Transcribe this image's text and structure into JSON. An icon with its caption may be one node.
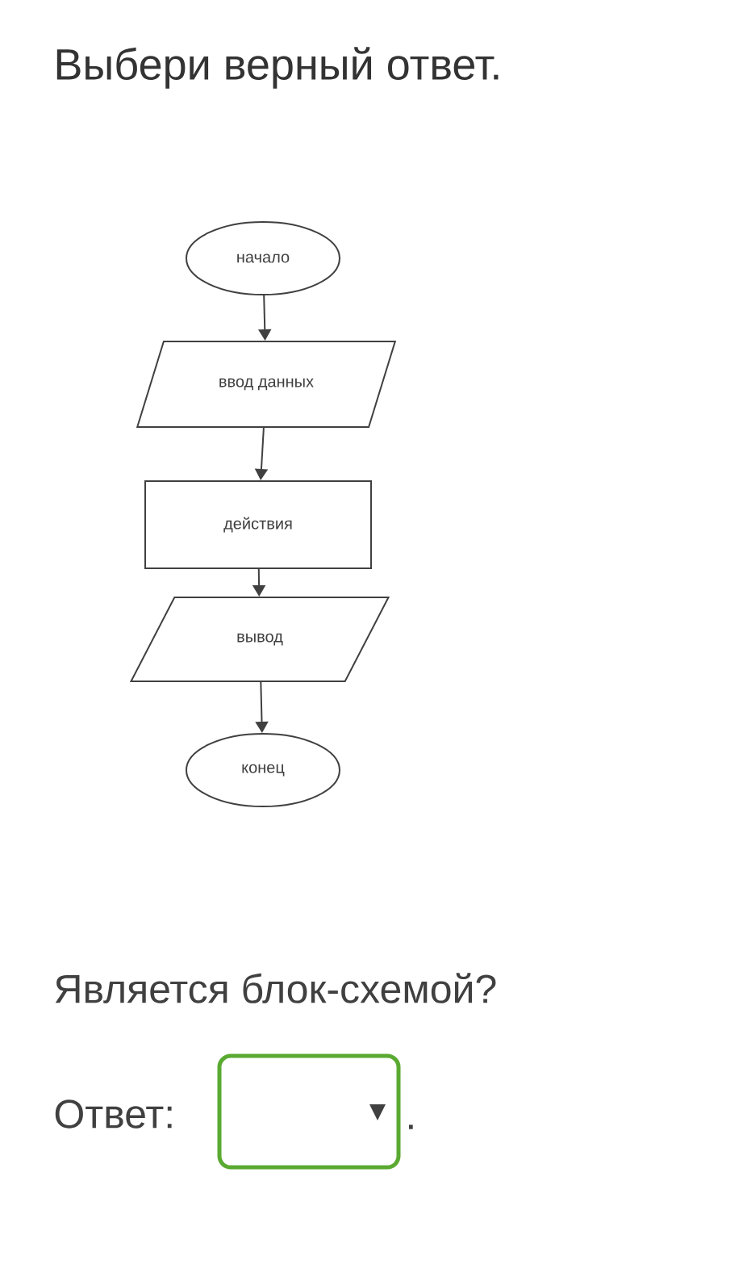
{
  "diagram": {
    "title": "Выбери верный ответ.",
    "nodes": [
      {
        "text": [
          "начало"
        ]
      },
      {
        "text": [
          "ввод данных"
        ]
      },
      {
        "text": [
          "действия"
        ]
      },
      {
        "text": [
          "вывод"
        ]
      },
      {
        "text": [
          "конец"
        ]
      }
    ],
    "edges": [
      {
        "from": 0,
        "to": 1,
        "arrow": "to"
      },
      {
        "from": 1,
        "to": 2,
        "arrow": "to"
      },
      {
        "from": 2,
        "to": 3,
        "arrow": "to"
      },
      {
        "from": 3,
        "to": 4,
        "arrow": "to"
      }
    ],
    "labels": [
      "Является блок-схемой?",
      "Ответ:",
      "."
    ]
  }
}
